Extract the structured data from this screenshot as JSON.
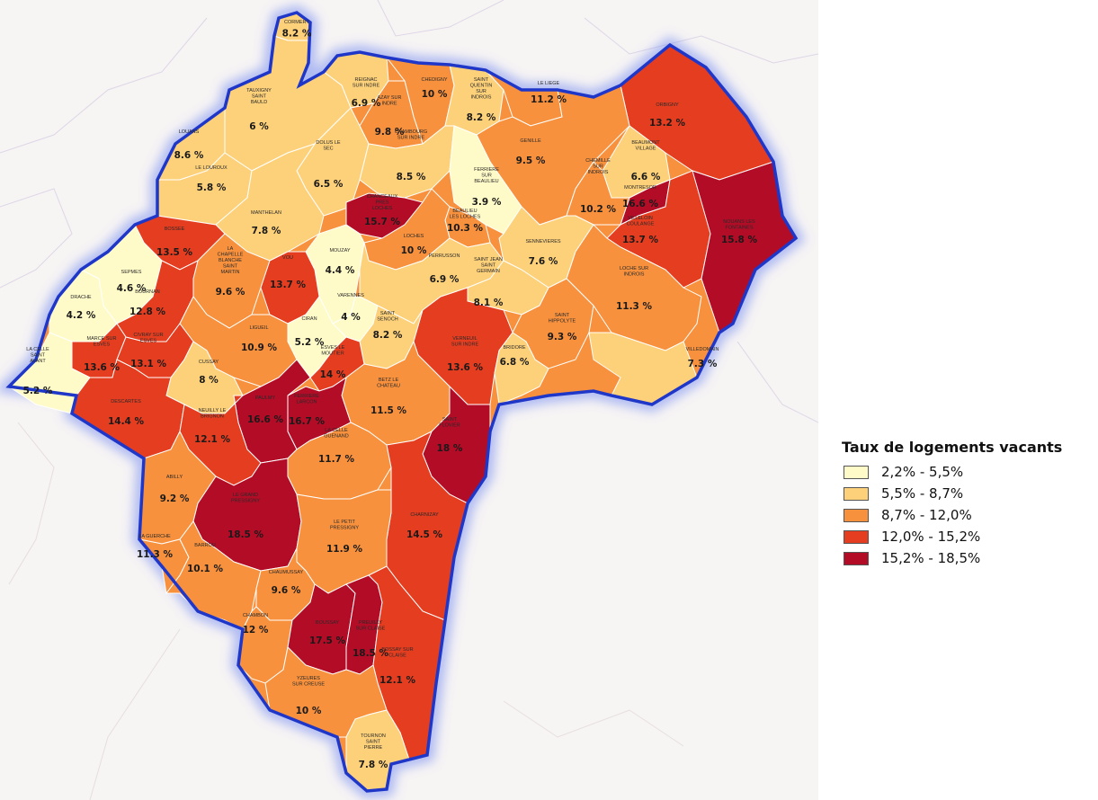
{
  "colors": {
    "class1": "#fffbc8",
    "class2": "#fdd17a",
    "class3": "#f7913d",
    "class4": "#e53d20",
    "class5": "#b20c27",
    "border": "#1f37c9",
    "glow": "#6d87f0"
  },
  "legend": {
    "title": "Taux de logements vacants",
    "items": [
      {
        "label": "2,2% - 5,5%",
        "color": "#fffbc8"
      },
      {
        "label": "5,5% - 8,7%",
        "color": "#fdd17a"
      },
      {
        "label": "8,7% - 12,0%",
        "color": "#f7913d"
      },
      {
        "label": "12,0% - 15,2%",
        "color": "#e53d20"
      },
      {
        "label": "15,2% - 18,5%",
        "color": "#b20c27"
      }
    ]
  },
  "communes": [
    {
      "name": "CORMERY",
      "value": "8.2 %"
    },
    {
      "name": "REIGNAC SUR INDRE",
      "value": "6.9 %"
    },
    {
      "name": "CHEDIGNY",
      "value": "10 %"
    },
    {
      "name": "SAINT QUENTIN SUR INDROIS",
      "value": "8.2 %"
    },
    {
      "name": "LE LIEGE",
      "value": "11.2 %"
    },
    {
      "name": "ORBIGNY",
      "value": "13.2 %"
    },
    {
      "name": "TAUXIGNY SAINT BAULD",
      "value": "6 %"
    },
    {
      "name": "AZAY SUR INDRE",
      "value": "9.8 %"
    },
    {
      "name": "LOUANS",
      "value": "8.6 %"
    },
    {
      "name": "DOLUS LE SEC",
      "value": "6.5 %"
    },
    {
      "name": "CHAMBOURG SUR INDRE",
      "value": "8.5 %"
    },
    {
      "name": "GENILLE",
      "value": "9.5 %"
    },
    {
      "name": "BEAUMONT VILLAGE",
      "value": "6.6 %"
    },
    {
      "name": "LE LOUROUX",
      "value": "5.8 %"
    },
    {
      "name": "FERRIERE SUR BEAULIEU",
      "value": "3.9 %"
    },
    {
      "name": "CHEMILLE SUR INDROIS",
      "value": "10.2 %"
    },
    {
      "name": "MONTRESOR",
      "value": "16.6 %"
    },
    {
      "name": "CHANCEAUX PRES LOCHES",
      "value": "15.7 %"
    },
    {
      "name": "BEAULIEU LES LOCHES",
      "value": "10.3 %"
    },
    {
      "name": "VILLELOIN COULANGE",
      "value": "13.7 %"
    },
    {
      "name": "NOUANS LES FONTAINES",
      "value": "15.8 %"
    },
    {
      "name": "MANTHELAN",
      "value": "7.8 %"
    },
    {
      "name": "BOSSEE",
      "value": "13.5 %"
    },
    {
      "name": "LOCHES",
      "value": "10 %"
    },
    {
      "name": "SENNEVIERES",
      "value": "7.6 %"
    },
    {
      "name": "MOUZAY",
      "value": "4.4 %"
    },
    {
      "name": "SEPMES",
      "value": "4.6 %"
    },
    {
      "name": "LA CHAPELLE BLANCHE SAINT MARTIN",
      "value": "9.6 %"
    },
    {
      "name": "VOU",
      "value": "13.7 %"
    },
    {
      "name": "PERRUSSON",
      "value": "6.9 %"
    },
    {
      "name": "SAINT JEAN SAINT GERMAIN",
      "value": "8.1 %"
    },
    {
      "name": "LOCHE SUR INDROIS",
      "value": "11.3 %"
    },
    {
      "name": "DRACHE",
      "value": "4.2 %"
    },
    {
      "name": "BOURNAN",
      "value": "12.8 %"
    },
    {
      "name": "VARENNES",
      "value": "4 %"
    },
    {
      "name": "SAINT SENOCH",
      "value": "8.2 %"
    },
    {
      "name": "SAINT HIPPOLYTE",
      "value": "9.3 %"
    },
    {
      "name": "CIRAN",
      "value": "5.2 %"
    },
    {
      "name": "LIGUEIL",
      "value": "10.9 %"
    },
    {
      "name": "MARCE SUR ESVES",
      "value": "13.6 %"
    },
    {
      "name": "CIVRAY SUR ESVES",
      "value": "13.1 %"
    },
    {
      "name": "VERNEUIL SUR INDRE",
      "value": "13.6 %"
    },
    {
      "name": "LA CELLE SAINT AVANT",
      "value": "5.2 %"
    },
    {
      "name": "ESVES LE MOUTIER",
      "value": "14 %"
    },
    {
      "name": "BRIDORE",
      "value": "6.8 %"
    },
    {
      "name": "VILLEDOMAIN",
      "value": "7.3 %"
    },
    {
      "name": "CUSSAY",
      "value": "8 %"
    },
    {
      "name": "BETZ LE CHATEAU",
      "value": "11.5 %"
    },
    {
      "name": "DESCARTES",
      "value": "14.4 %"
    },
    {
      "name": "FERRIERE LARCON",
      "value": "16.7 %"
    },
    {
      "name": "PAULMY",
      "value": "16.6 %"
    },
    {
      "name": "NEUILLY LE BRIGNON",
      "value": "12.1 %"
    },
    {
      "name": "SAINT FLOVIER",
      "value": "18 %"
    },
    {
      "name": "LA CELLE GUENAND",
      "value": "11.7 %"
    },
    {
      "name": "ABILLY",
      "value": "9.2 %"
    },
    {
      "name": "LE GRAND PRESSIGNY",
      "value": "18.5 %"
    },
    {
      "name": "CHARNIZAY",
      "value": "14.5 %"
    },
    {
      "name": "LE PETIT PRESSIGNY",
      "value": "11.9 %"
    },
    {
      "name": "LA GUERCHE",
      "value": "11.3 %"
    },
    {
      "name": "BARROU",
      "value": "10.1 %"
    },
    {
      "name": "CHAUMUSSAY",
      "value": "9.6 %"
    },
    {
      "name": "CHAMBON",
      "value": "12 %"
    },
    {
      "name": "BOUSSAY",
      "value": "17.5 %"
    },
    {
      "name": "PREUILLY SUR CLAISE",
      "value": "18.5 %"
    },
    {
      "name": "BOSSAY SUR CLAISE",
      "value": "12.1 %"
    },
    {
      "name": "YZEURES SUR CREUSE",
      "value": "10 %"
    },
    {
      "name": "TOURNON SAINT PIERRE",
      "value": "7.8 %"
    }
  ]
}
